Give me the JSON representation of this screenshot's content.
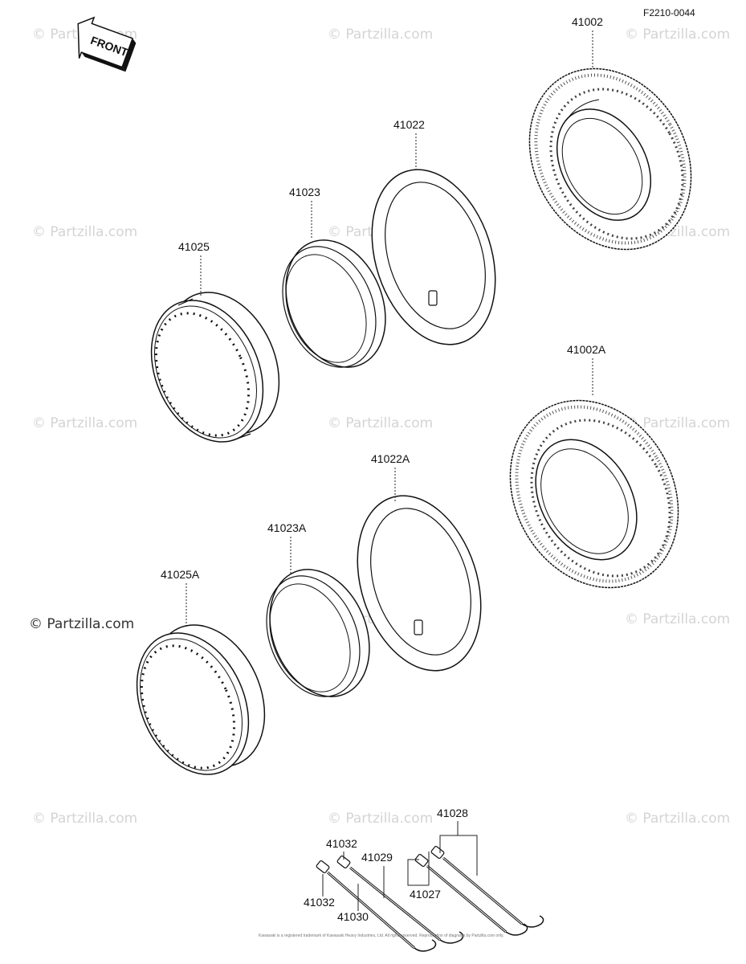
{
  "figure_code": "F2210-0044",
  "front_label": "FRONT",
  "watermark": "© Partzilla.com",
  "footer_copyright": "Kawasaki is a registered trademark of Kawasaki Heavy Industries, Ltd. All rights reserved. Reproduction of diagrams by Partzilla.com only.",
  "parts": {
    "tire_front": "41002",
    "tire_rear": "41002A",
    "tube_front": "41022",
    "tube_rear": "41022A",
    "rim_band_front": "41023",
    "rim_band_rear": "41023A",
    "rim_front": "41025",
    "rim_rear": "41025A",
    "spoke_set": "41028",
    "spoke_a": "41027",
    "nipple_a": "41032",
    "spoke_b": "41029",
    "nipple_b": "41032",
    "spoke_c": "41030"
  }
}
